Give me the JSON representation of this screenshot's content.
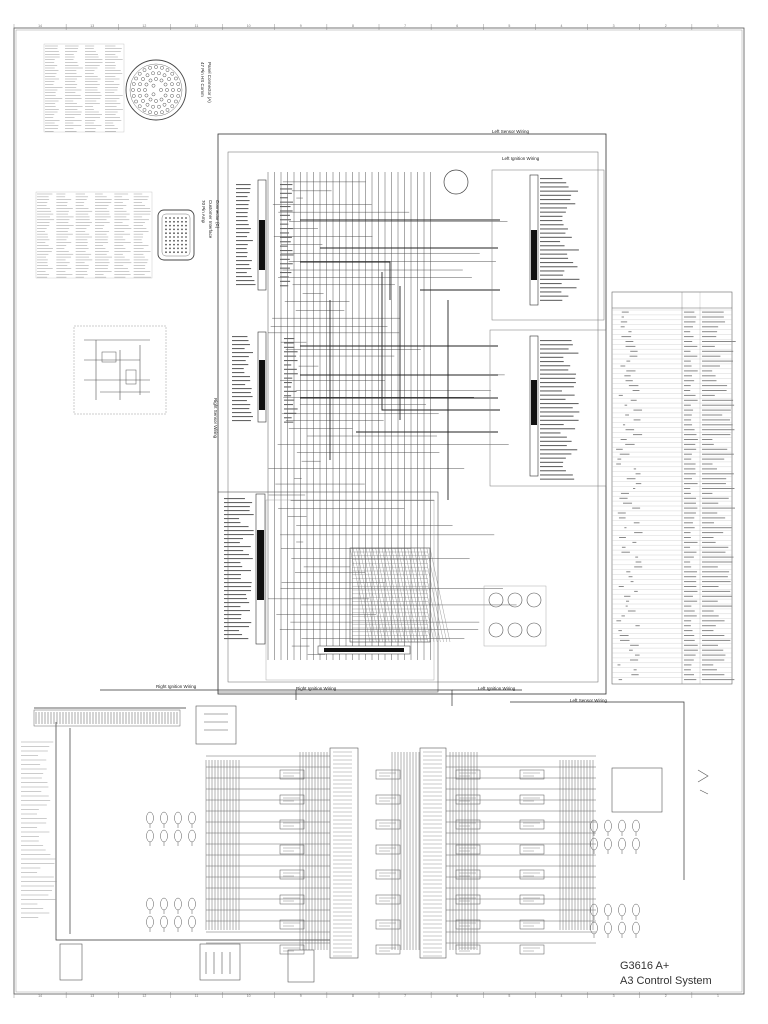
{
  "title_block": {
    "model": "G3616 A+",
    "system": "A3 Control System"
  },
  "wiring_labels": {
    "left_sensor_wiring_top": "Left Sensor Wiring",
    "left_ignition_wiring_top": "Left Ignition Wiring",
    "right_ignition_wiring_left": "Right Ignition Wiring",
    "right_ignition_wiring_mid": "Right Ignition Wiring",
    "left_ignition_wiring_bottom": "Left Ignition Wiring",
    "left_sensor_wiring_bottom": "Left Sensor Wiring",
    "right_sensor_wiring": "Right Sensor Wiring"
  },
  "border_markers": {
    "top": [
      "14",
      "13",
      "12",
      "11",
      "10",
      "9",
      "8",
      "7",
      "6",
      "5",
      "4",
      "3",
      "2",
      "1"
    ],
    "bottom": [
      "14",
      "13",
      "12",
      "11",
      "10",
      "9",
      "8",
      "7",
      "6",
      "5",
      "4",
      "3",
      "2",
      "1"
    ]
  }
}
